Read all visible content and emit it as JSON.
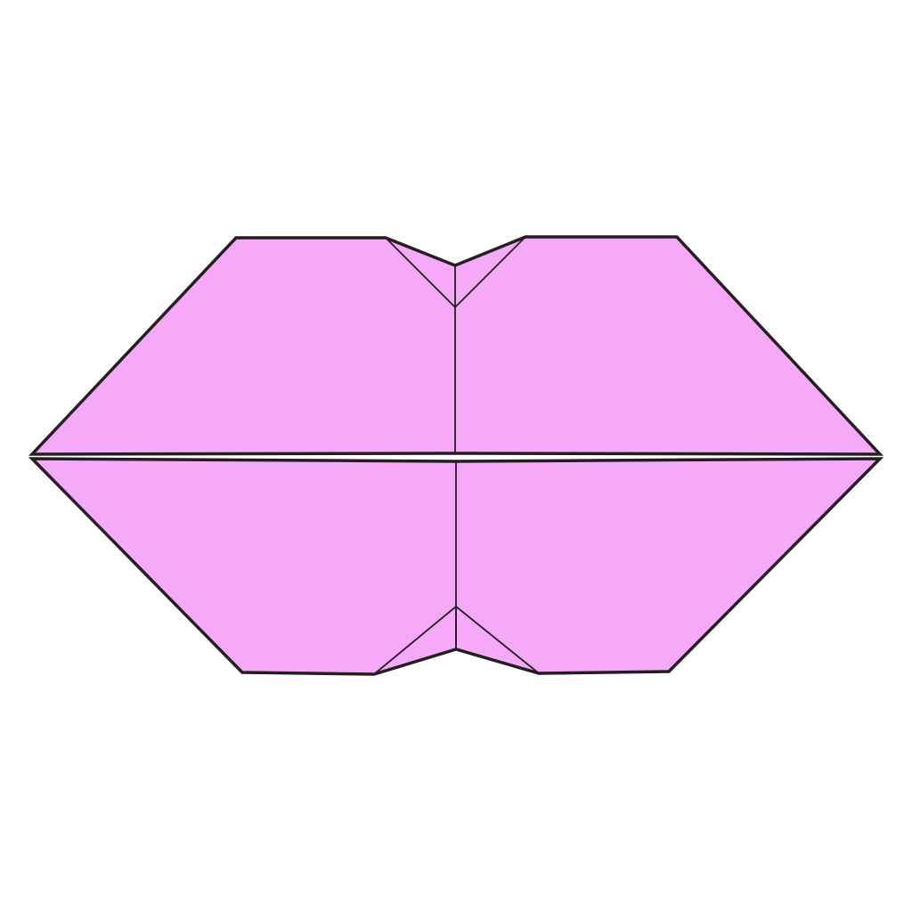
{
  "diagram": {
    "subject": "origami lips",
    "parts": [
      "upper-lip",
      "lower-lip"
    ]
  },
  "colors": {
    "background": "#ffffff",
    "paper": "#f5a9f8",
    "line": "#231f20"
  }
}
